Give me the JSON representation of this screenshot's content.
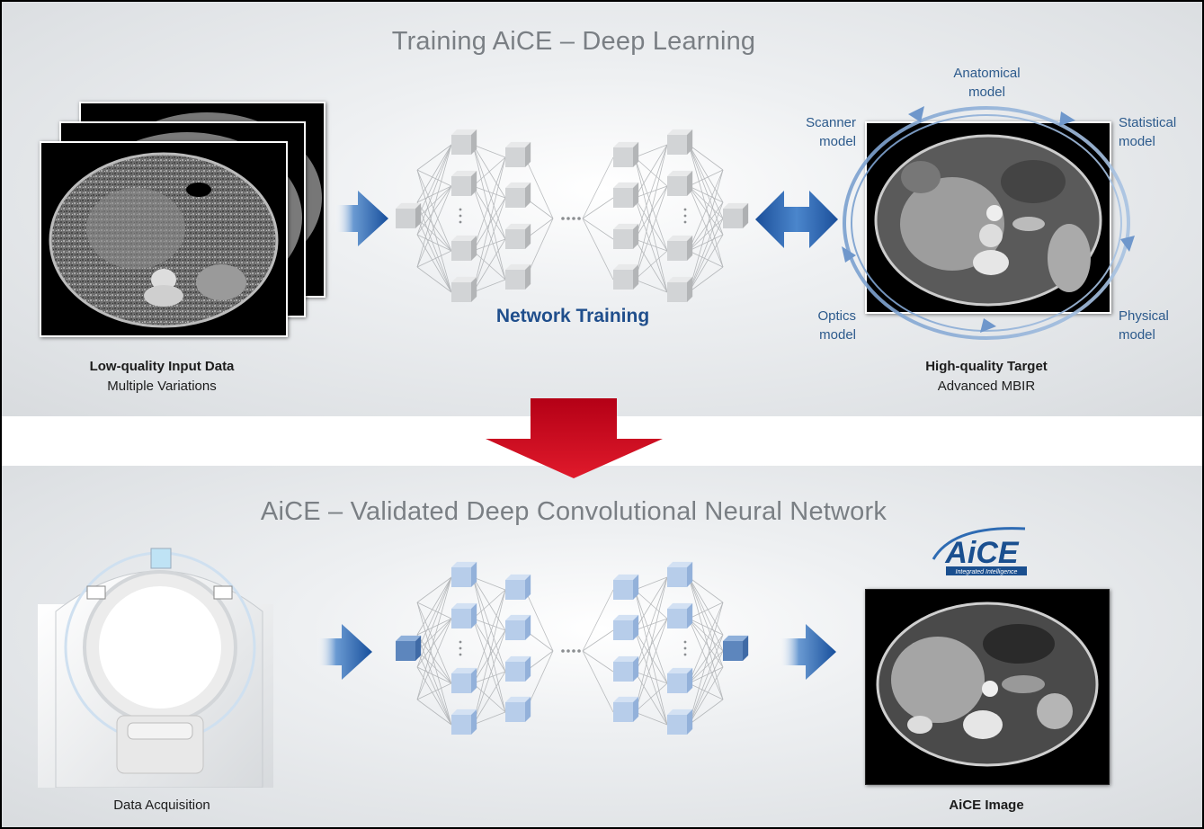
{
  "top": {
    "title": "Training AiCE – Deep Learning",
    "input_caption_bold": "Low-quality Input Data",
    "input_caption": "Multiple Variations",
    "network_label": "Network Training",
    "target_caption_bold": "High-quality Target",
    "target_caption": "Advanced MBIR",
    "models": {
      "anatomical": "Anatomical\nmodel",
      "scanner": "Scanner\nmodel",
      "statistical": "Statistical\nmodel",
      "optics": "Optics\nmodel",
      "physical": "Physical\nmodel"
    }
  },
  "bottom": {
    "title": "AiCE – Validated Deep Convolutional Neural Network",
    "acquisition_caption": "Data Acquisition",
    "logo_text": "AiCE",
    "logo_tagline": "Integrated Intelligence",
    "output_caption": "AiCE Image"
  },
  "colors": {
    "arrow_blue": "#1f5fae",
    "arrow_red": "#c8102e",
    "node_gray": "#c9cbcd",
    "node_blue": "#a9c4e6",
    "model_text": "#2c5a8c"
  }
}
